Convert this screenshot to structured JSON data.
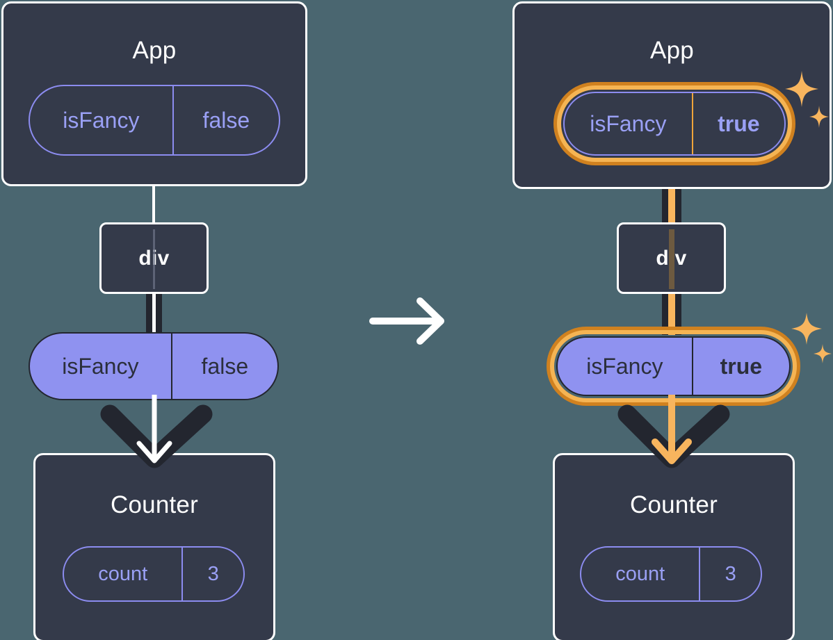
{
  "diagram": {
    "type": "react-state-propagation",
    "background_color": "#4a6670",
    "accent_highlight_color": "#e08a1e",
    "accent_highlight_inner_color": "#f5b453",
    "pill_fill_color": "#8f92f0",
    "node_fill_color": "#343a4a",
    "transition_icon": "right-arrow-icon"
  },
  "before": {
    "app": {
      "title": "App",
      "pill": {
        "key": "isFancy",
        "value": "false",
        "highlighted": false,
        "style": "outline"
      }
    },
    "div": {
      "label": "div"
    },
    "prop_pill": {
      "key": "isFancy",
      "value": "false",
      "highlighted": false,
      "style": "filled"
    },
    "counter": {
      "title": "Counter",
      "pill": {
        "key": "count",
        "value": "3",
        "highlighted": false,
        "style": "outline"
      }
    },
    "arrow": {
      "name": "render-arrow",
      "color": "#ffffff"
    }
  },
  "after": {
    "app": {
      "title": "App",
      "pill": {
        "key": "isFancy",
        "value": "true",
        "highlighted": true,
        "style": "outline"
      }
    },
    "div": {
      "label": "div"
    },
    "prop_pill": {
      "key": "isFancy",
      "value": "true",
      "highlighted": true,
      "style": "filled"
    },
    "counter": {
      "title": "Counter",
      "pill": {
        "key": "count",
        "value": "3",
        "highlighted": false,
        "style": "outline"
      }
    },
    "arrow": {
      "name": "render-arrow",
      "color": "#f8b55e"
    },
    "sparkle_icons": [
      "sparkle-icon-large",
      "sparkle-icon-small"
    ]
  }
}
